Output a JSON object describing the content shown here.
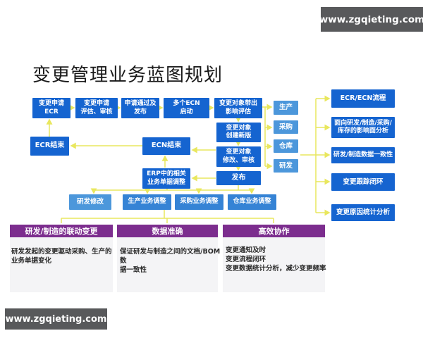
{
  "title": "变更管理业务蓝图规划",
  "watermark": {
    "top": "www.zgqieting.com",
    "bottom": "www.zgqieting.com"
  },
  "nodes": {
    "ecr_request": "变更申请\nECR",
    "ecr_review": "变更申请\n评估、审核",
    "approve_publish": "申请通过及\n发布",
    "multi_ecn_start": "多个ECN\n启动",
    "impact_eval": "变更对象带出\n影响评估",
    "ecr_end": "ECR结束",
    "ecn_end": "ECN结束",
    "erp_adjust": "ERP中的相关\n业务单据调整",
    "create_new_version": "变更对象\n创建新版",
    "modify_review": "变更对象\n修改、审核",
    "publish": "发布",
    "dept_production": "生产",
    "dept_purchasing": "采购",
    "dept_warehouse": "仓库",
    "dept_rd": "研发",
    "rd_modify": "研发修改",
    "production_adjust": "生产业务调整",
    "purchasing_adjust": "采购业务调整",
    "warehouse_adjust": "仓库业务调整"
  },
  "benefits": [
    "ECR/ECN流程",
    "面向研发/制造/采购/\n库存的影响面分析",
    "研发/制造数据一致性",
    "变更跟踪闭环",
    "变更原因统计分析"
  ],
  "sections": [
    {
      "header": "研发/制造的联动变更",
      "body": "研发发起的变更驱动采购、生产的\n业务单据变化"
    },
    {
      "header": "数据准确",
      "body": "保证研发与制造之间的文档/BOM数\n据一致性"
    },
    {
      "header": "高效协作",
      "body": "变更通知及时\n变更流程闭环\n变更数据统计分析，减少变更频率"
    }
  ],
  "colors": {
    "dark_blue": "#1564d0",
    "medium_blue": "#4c97db",
    "adjust_blue": "#3583d5",
    "purple": "#7c2d8e",
    "connector_yellow": "#e9e75e",
    "watermark_gray": "#58595b"
  }
}
